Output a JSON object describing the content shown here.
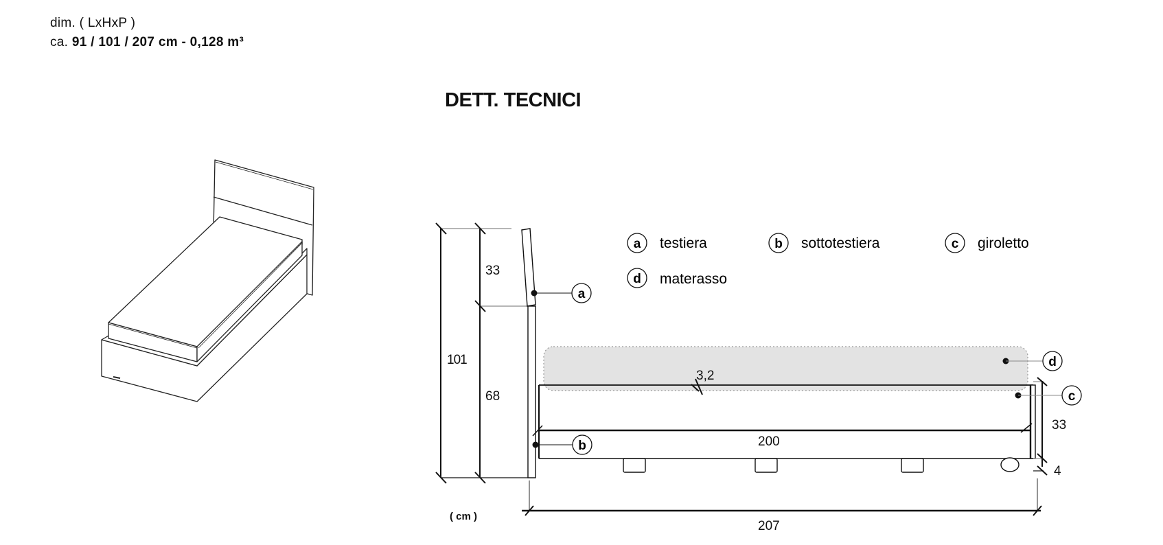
{
  "header": {
    "dim_label": "dim. ( LxHxP )",
    "dim_prefix": "ca.",
    "dim_values": "91 / 101 / 207 cm - 0,128 m³"
  },
  "section_title": "DETT. TECNICI",
  "legend": [
    {
      "key": "a",
      "label": "testiera"
    },
    {
      "key": "b",
      "label": "sottotestiera"
    },
    {
      "key": "c",
      "label": "giroletto"
    },
    {
      "key": "d",
      "label": "materasso"
    }
  ],
  "dimensions": {
    "total_height": "101",
    "headboard_height": "33",
    "lower_height": "68",
    "mattress_thickness": "3,2",
    "frame_length": "200",
    "frame_height": "33",
    "foot_height": "4",
    "total_length": "207",
    "unit": "( cm )"
  },
  "colors": {
    "line": "#111111",
    "mattress_fill": "#e3e3e3",
    "guide_line": "#8a8a8a"
  }
}
